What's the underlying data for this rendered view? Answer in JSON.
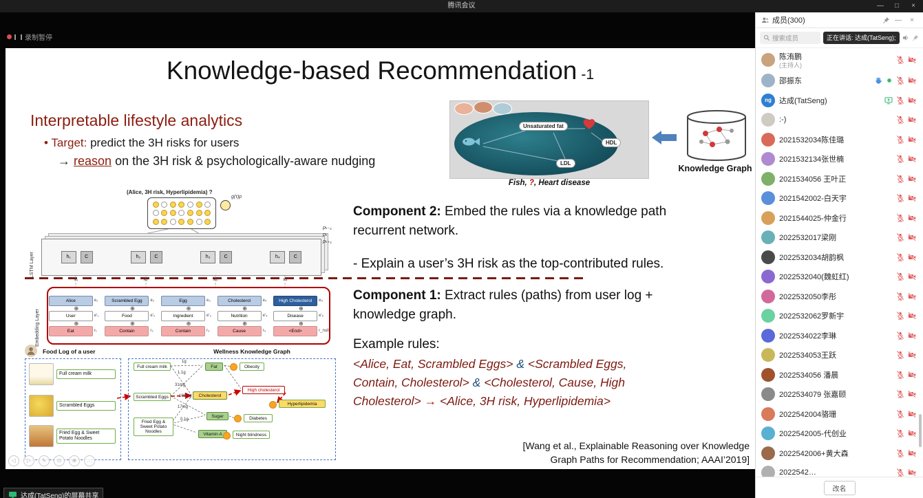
{
  "titlebar": {
    "title": "腾讯会议",
    "minimize": "—",
    "maximize": "□",
    "close": "×"
  },
  "stage": {
    "recording_label": "录制暂停",
    "share_banner": "达成(TatSeng)的屏幕共享"
  },
  "colors": {
    "accent_red": "#c00000",
    "maroon": "#8c1d10",
    "mute_red": "#e05a5a",
    "share_green": "#2eb872",
    "hand_blue": "#4a90e2",
    "node_green": "#70ad47",
    "entity_blue": "#b8cce4",
    "highlight_yellow": "#ffd966"
  },
  "slide": {
    "title": {
      "main": "Knowledge-based Recommendation",
      "suffix": "-1"
    },
    "analytics": {
      "heading": "Interpretable lifestyle analytics",
      "bullet": "•",
      "target_label": "Target:",
      "target_text": " predict the 3H risks for users",
      "arrow": "→ ",
      "reason_link": "reason",
      "reason_text": " on the 3H risk & psychologically-aware nudging"
    },
    "figure": {
      "labels": {
        "unsaturated": "Unsaturated fat",
        "hdl": "HDL",
        "ldl": "LDL"
      },
      "caption_pre": "Fish, ",
      "caption_q": "?",
      "caption_post": ", Heart disease",
      "cylinder_label": "Knowledge Graph"
    },
    "components": {
      "c2_label": "Component 2:",
      "c2_text": " Embed the rules via a knowledge path recurrent network.",
      "explain": "- Explain a user’s 3H risk as the top-contributed rules.",
      "c1_label": "Component 1:",
      "c1_text": " Extract rules (paths) from user log + knowledge graph.",
      "example_label": "Example rules:"
    },
    "example_segments": [
      {
        "t": "<Alice, Eat, Scrambled Eggs> ",
        "s": "m"
      },
      {
        "t": "& ",
        "s": "b"
      },
      {
        "t": "<Scrambled Eggs,\nContain, Cholesterol> ",
        "s": "m"
      },
      {
        "t": "& ",
        "s": "b"
      },
      {
        "t": "<Cholesterol, Cause, High\nCholesterol> ",
        "s": "m"
      },
      {
        "t": "→ ",
        "s": "a"
      },
      {
        "t": "<Alice, 3H risk, Hyperlipidemia>",
        "s": "m"
      }
    ],
    "citation": {
      "line1": "[Wang et al., Explainable Reasoning over Knowledge",
      "line2": "Graph Paths for Recommendation; AAAI’2019]"
    },
    "controls": [
      {
        "name": "prev-slide",
        "glyph": "◁"
      },
      {
        "name": "next-slide",
        "glyph": "▷"
      },
      {
        "name": "pen-tool",
        "glyph": "✎"
      },
      {
        "name": "laser-tool",
        "glyph": "⊙"
      },
      {
        "name": "zoom-tool",
        "glyph": "⊕"
      },
      {
        "name": "more-tools",
        "glyph": "…"
      }
    ],
    "diagram": {
      "query_label": "(Alice, 3H risk, Hyperlipidemia) ?",
      "g_label": "g(τ)p",
      "lstm_layer_label": "LSTM Layer",
      "embedding_layer_label": "Embedding Layer",
      "c_label": "C",
      "h_labels": [
        "h₁",
        "h₂",
        "h₃",
        "h₄"
      ],
      "x_labels": [
        "x₁",
        "x₂",
        "x₃",
        "x₄"
      ],
      "p_labels": [
        "pₖ₋₁",
        "pₖ",
        "pₖ₊₁"
      ],
      "oplus": "⊕",
      "entities": [
        "Alice",
        "Scrambled Egg",
        "Egg",
        "Cholesterol",
        "High Cholesterol"
      ],
      "entity_labels": [
        "e₁",
        "e₂",
        "e₃",
        "e₄",
        "e₅"
      ],
      "types": [
        "User",
        "Food",
        "Ingredient",
        "Nutrition",
        "Disease"
      ],
      "type_labels": [
        "e'₁",
        "e'₂",
        "e'₃",
        "e'₄",
        "e'₅"
      ],
      "relations": [
        "Eat",
        "Contain",
        "Contain",
        "Cause",
        "<End>"
      ],
      "relation_labels": [
        "r₁",
        "r₂",
        "r₃",
        "r₄",
        "r_null"
      ],
      "food_log": {
        "title": "Food Log of a user",
        "items": [
          "Full cream milk",
          "Scrambled Eggs",
          "Fried Egg & Sweet Potato Noodles"
        ]
      },
      "kg": {
        "title": "Wellness Knowledge Graph",
        "food_nodes": [
          "Full cream milk",
          "Scrambled Eggs",
          "Fried Egg & Sweet Potato Noodles"
        ],
        "nutrient_nodes": [
          "Fat",
          "Cholesterol",
          "Sugar",
          "Vitamin A"
        ],
        "condition_node": "High cholesterol",
        "disease_nodes": [
          "Obesity",
          "Hyperlipidemia",
          "Diabetes",
          "Night blindness"
        ],
        "edge_labels": [
          "1g",
          "1.1g",
          "31mg",
          "169mg",
          "17mg",
          "0.1g"
        ]
      }
    }
  },
  "sidebar": {
    "header": {
      "title": "成员(300)",
      "minimize": "—",
      "close": "×"
    },
    "search": {
      "placeholder": "搜索成员",
      "speaking": "正在讲话: 达成(TatSeng);"
    },
    "members": [
      {
        "name": "陈洧鹏",
        "sub": "(主持人)"
      },
      {
        "name": "邵振东",
        "hand": true,
        "dot": true
      },
      {
        "name": "达成(TatSeng)",
        "avatar_text": "ng",
        "avatar_color": "#2f7fd1",
        "sharing": true
      },
      {
        "name": ":-)"
      },
      {
        "name": "2021532034陈佳璐"
      },
      {
        "name": "2021532134张世楠"
      },
      {
        "name": "2021534056 王叶正"
      },
      {
        "name": "2021542002-白天宇"
      },
      {
        "name": "2021544025-仲金行"
      },
      {
        "name": "2022532017梁刚"
      },
      {
        "name": "2022532034胡韵枫"
      },
      {
        "name": "2022532040(魏虹红)"
      },
      {
        "name": "2022532050李彤"
      },
      {
        "name": "2022532062罗新宇"
      },
      {
        "name": "2022534022李琳"
      },
      {
        "name": "2022534053王跃"
      },
      {
        "name": "2022534056 潘晨"
      },
      {
        "name": "2022534079 张嘉颐"
      },
      {
        "name": "2022542004骆珊"
      },
      {
        "name": "2022542005-代创业"
      },
      {
        "name": "2022542006+黄大森"
      },
      {
        "name": "2022542…"
      }
    ],
    "footer": {
      "rename": "改名"
    }
  }
}
